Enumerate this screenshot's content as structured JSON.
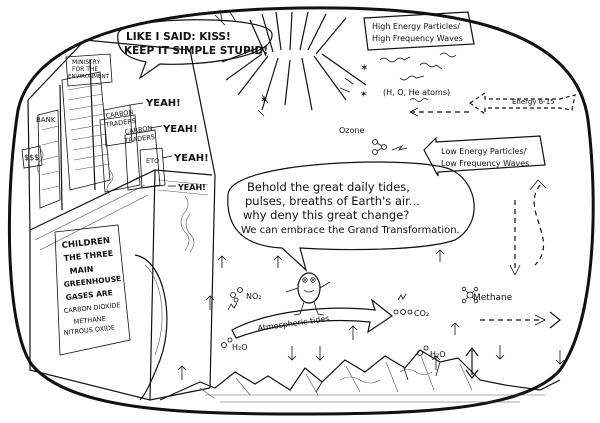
{
  "speech_kiss": {
    "line1": "LIKE I SAID: KISS!",
    "line2": "KEEP IT SIMPLE STUPID!"
  },
  "yeah_shouts": [
    "YEAH!",
    "YEAH!",
    "YEAH!",
    "YEAH!"
  ],
  "signs": {
    "ministry": [
      "MINISTRY",
      "FOR THE",
      "ENVIRONMENT"
    ],
    "bank": "BANK",
    "money": "$$$",
    "carbon_traders_1": [
      "CARBON",
      "TRADERS"
    ],
    "carbon_traders_2": [
      "CARBON",
      "TRADERS"
    ],
    "eto": "ETO"
  },
  "children_board": {
    "lines": [
      "CHILDREN",
      "THE THREE",
      "MAIN",
      "GREENHOUSE",
      "GASES ARE",
      "CARBON DIOXIDE",
      "METHANE",
      "NITROUS OXIDE"
    ]
  },
  "high_energy_box": [
    "High Energy Particles/",
    "High Frequency Waves"
  ],
  "low_energy_box": [
    "Low Energy Particles/",
    "Low Frequency Waves"
  ],
  "atoms_label": "(H, O, He atoms)",
  "energy_label": "Energy 6-15",
  "ozone_label": "Ozone",
  "speech_tides": {
    "line1": "Behold the great daily tides,",
    "line2": "pulses, breaths of Earth's air...",
    "line3": "why deny this great change?",
    "line4": "We can embrace the Grand Transformation."
  },
  "molecules": {
    "no2": "NO₂",
    "h2o_left": "H₂O",
    "co2": "CO₂",
    "methane": "Methane",
    "h2o_right": "H₂O"
  },
  "tides_label": "Atmospheric tides"
}
